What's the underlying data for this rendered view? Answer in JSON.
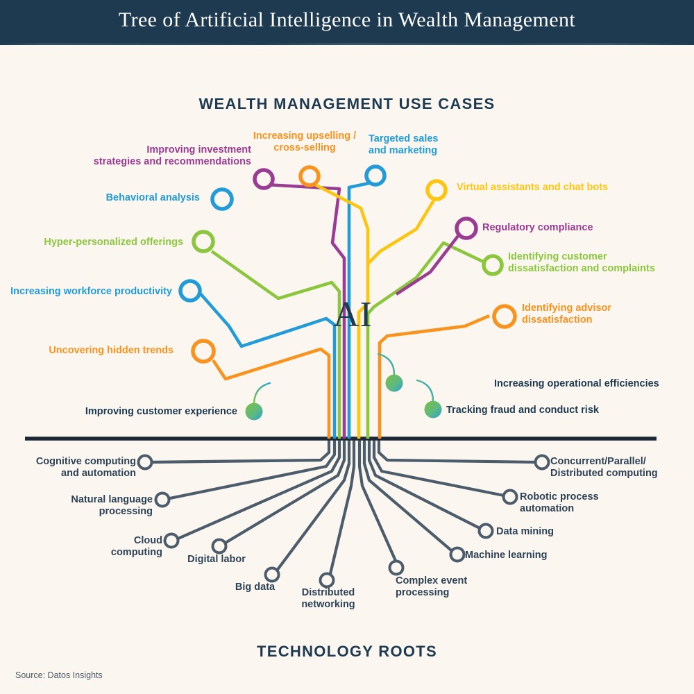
{
  "page": {
    "title": "Tree of Artificial Intelligence in Wealth Management",
    "background_color": "#fbf7f0",
    "title_bar_color": "#1e3a50",
    "source": "Source: Datos Insights",
    "trunk_label": "AI"
  },
  "sections": {
    "top_heading": "WEALTH MANAGEMENT USE CASES",
    "bottom_heading": "TECHNOLOGY ROOTS"
  },
  "palette": {
    "navy": "#1e3a50",
    "blue": "#229bd6",
    "green": "#8cc63f",
    "purple": "#9a3d92",
    "orange": "#f7931e",
    "yellow": "#fcc512",
    "root_gray": "#4c5c6b",
    "fruit_green": "#7cc043",
    "fruit_blue": "#2aa3d4"
  },
  "branches": [
    {
      "label": "Improving investment\nstrategies and recommendations",
      "color": "#9a3d92",
      "align": "right"
    },
    {
      "label": "Increasing upselling /\ncross-selling",
      "color": "#f7931e",
      "align": "center"
    },
    {
      "label": "Targeted sales\nand marketing",
      "color": "#229bd6",
      "align": "left"
    },
    {
      "label": "Behavioral analysis",
      "color": "#229bd6",
      "align": "right"
    },
    {
      "label": "Virtual assistants and chat bots",
      "color": "#fcc512",
      "align": "left"
    },
    {
      "label": "Hyper-personalized offerings",
      "color": "#8cc63f",
      "align": "right"
    },
    {
      "label": "Regulatory compliance",
      "color": "#9a3d92",
      "align": "left"
    },
    {
      "label": "Identifying customer\ndissatisfaction and complaints",
      "color": "#8cc63f",
      "align": "left"
    },
    {
      "label": "Increasing workforce productivity",
      "color": "#229bd6",
      "align": "right"
    },
    {
      "label": "Identifying advisor\ndissatisfaction",
      "color": "#f7931e",
      "align": "left"
    },
    {
      "label": "Uncovering hidden trends",
      "color": "#f7931e",
      "align": "right"
    }
  ],
  "fruits": [
    {
      "label": "Improving customer experience",
      "align": "right"
    },
    {
      "label": "Increasing operational efficiencies",
      "align": "left"
    },
    {
      "label": "Tracking fraud and conduct risk",
      "align": "left"
    }
  ],
  "roots": [
    {
      "label": "Cognitive computing\nand automation",
      "align": "right"
    },
    {
      "label": "Natural language\nprocessing",
      "align": "right"
    },
    {
      "label": "Cloud\ncomputing",
      "align": "right"
    },
    {
      "label": "Digital labor",
      "align": "center"
    },
    {
      "label": "Big data",
      "align": "center"
    },
    {
      "label": "Distributed\nnetworking",
      "align": "center"
    },
    {
      "label": "Complex event\nprocessing",
      "align": "left"
    },
    {
      "label": "Machine learning",
      "align": "left"
    },
    {
      "label": "Data mining",
      "align": "left"
    },
    {
      "label": "Robotic process\nautomation",
      "align": "left"
    },
    {
      "label": "Concurrent/Parallel/\nDistributed computing",
      "align": "left"
    }
  ]
}
